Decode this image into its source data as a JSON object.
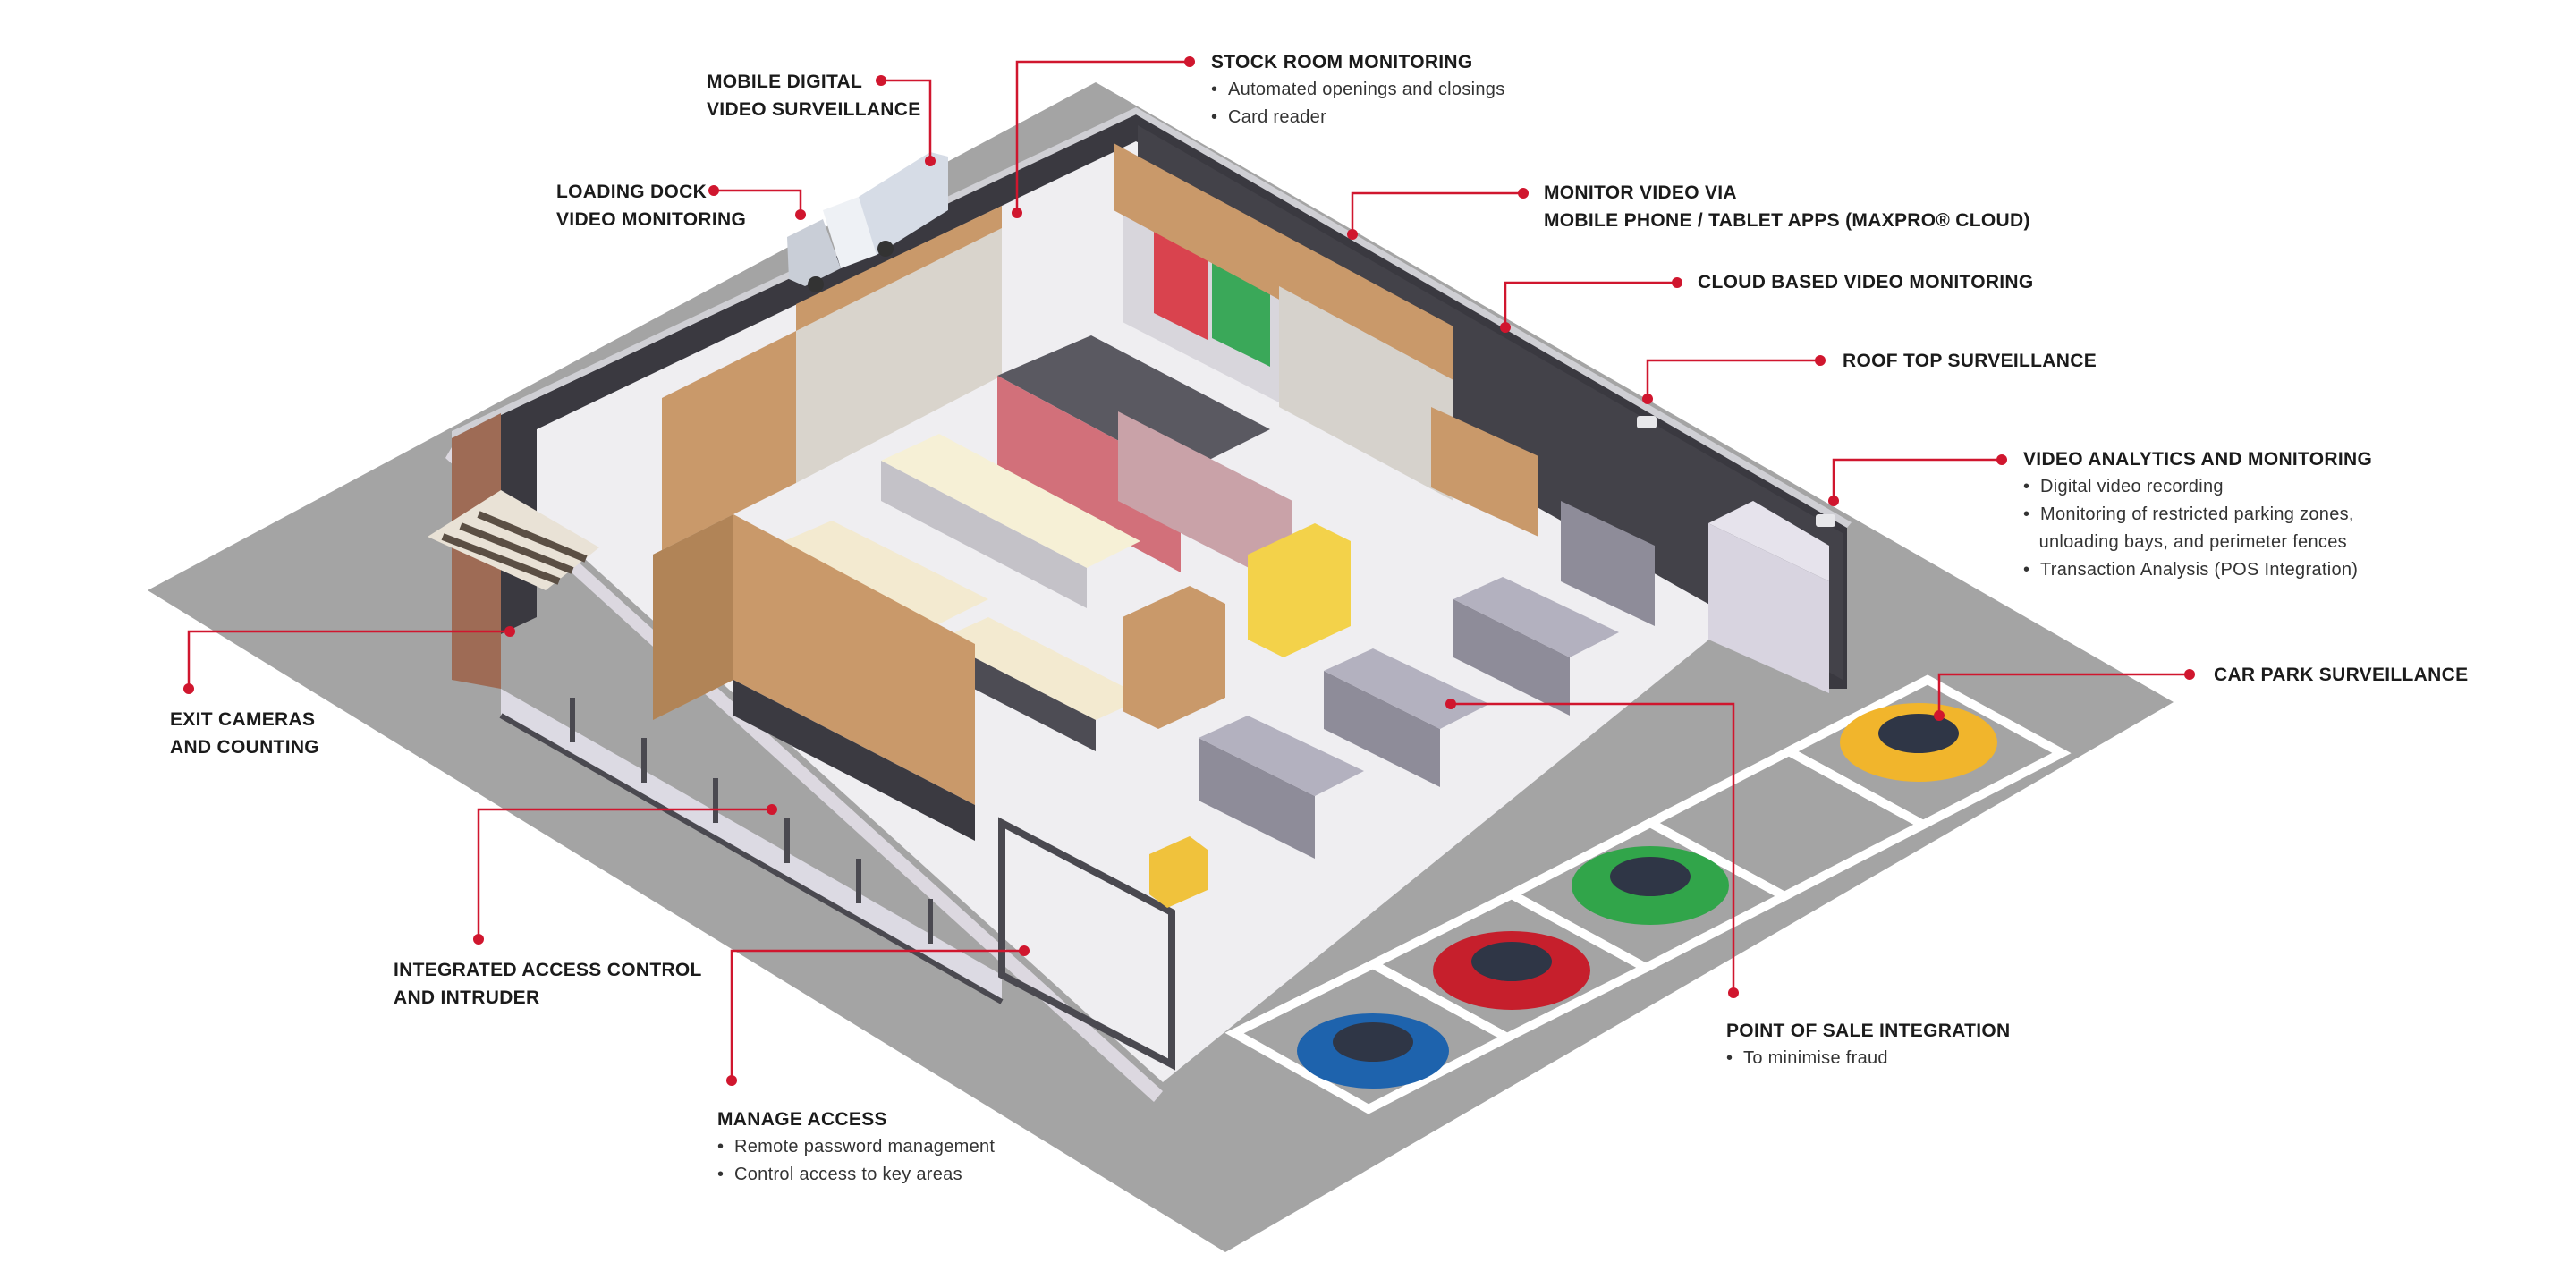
{
  "colors": {
    "accent": "#d0162e",
    "floor": "#f2f1f3",
    "ground": "#a3a3a3",
    "wall": "#3a3940",
    "wood": "#c89b6d",
    "line_text": "#1b1b1b"
  },
  "callouts": {
    "mobile_dvs": {
      "title_1": "MOBILE DIGITAL",
      "title_2": "VIDEO SURVEILLANCE"
    },
    "loading_dock": {
      "title_1": "LOADING DOCK",
      "title_2": "VIDEO MONITORING"
    },
    "stock_room": {
      "title": "STOCK ROOM MONITORING",
      "bullets": [
        "Automated openings and closings",
        "Card reader"
      ]
    },
    "monitor_video": {
      "title_1": "MONITOR VIDEO VIA",
      "title_2": "MOBILE PHONE / TABLET APPS (MAXPRO® CLOUD)"
    },
    "cloud_video": {
      "title": "CLOUD BASED VIDEO MONITORING"
    },
    "roof_top": {
      "title": "ROOF TOP SURVEILLANCE"
    },
    "video_analytics": {
      "title": "VIDEO ANALYTICS AND MONITORING",
      "bullets": [
        "Digital video recording",
        "Monitoring of restricted parking zones,",
        "unloading bays, and perimeter fences",
        "Transaction Analysis (POS Integration)"
      ]
    },
    "car_park": {
      "title": "CAR PARK SURVEILLANCE"
    },
    "exit_cameras": {
      "title_1": "EXIT CAMERAS",
      "title_2": "AND COUNTING"
    },
    "access_control": {
      "title_1": "INTEGRATED ACCESS CONTROL",
      "title_2": "AND INTRUDER"
    },
    "pos": {
      "title": "POINT OF SALE INTEGRATION",
      "bullets": [
        "To minimise fraud"
      ]
    },
    "manage_access": {
      "title": "MANAGE ACCESS",
      "bullets": [
        "Remote password management",
        "Control access to key areas"
      ]
    }
  }
}
